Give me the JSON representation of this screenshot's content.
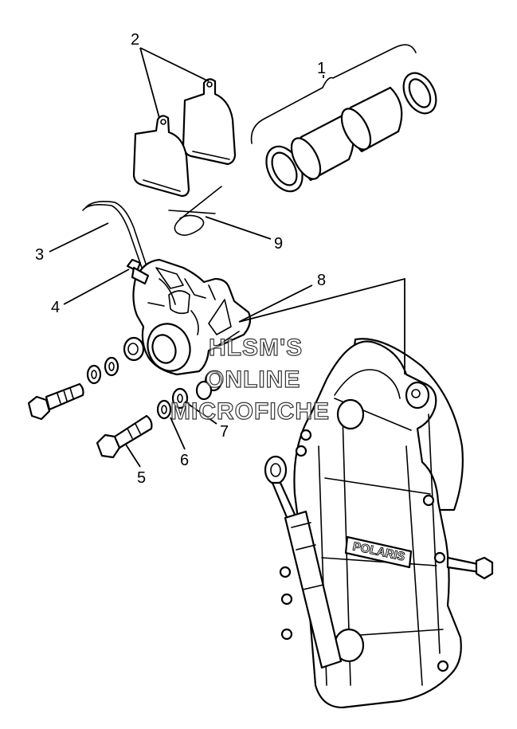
{
  "callouts": {
    "c1": "1",
    "c2": "2",
    "c3": "3",
    "c4": "4",
    "c5": "5",
    "c6": "6",
    "c7": "7",
    "c8": "8",
    "c9": "9"
  },
  "watermark": {
    "line1": "HLSM'S",
    "line2": "ONLINE",
    "line3": "MICROFICHE"
  },
  "brand_logo": "POLARIS"
}
